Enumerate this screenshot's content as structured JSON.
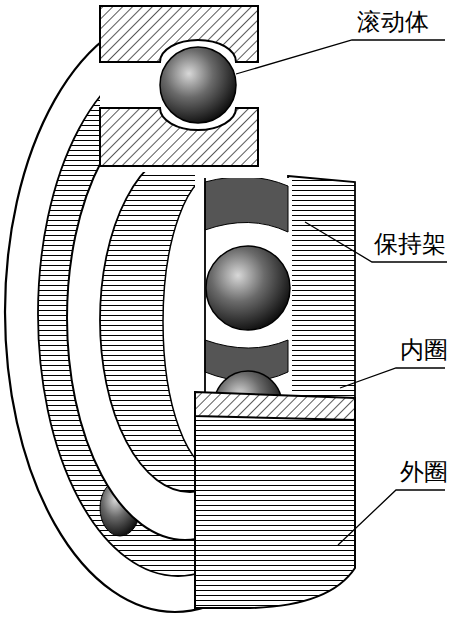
{
  "diagram": {
    "labels": [
      "滚动体",
      "保持架",
      "内圈",
      "外圈"
    ]
  }
}
